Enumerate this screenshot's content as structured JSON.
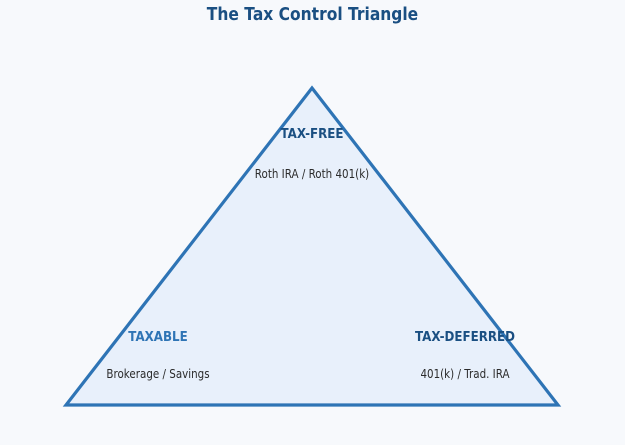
{
  "title": "The Tax Control Triangle",
  "colors": {
    "background": "#f7f9fc",
    "triangle_fill": "#e8f0fb",
    "triangle_stroke": "#2e74b5",
    "dark_blue": "#1a4f82",
    "mid_blue": "#2e74b5",
    "text": "#2b2b2b"
  },
  "corners": {
    "top": {
      "label": "TAX-FREE",
      "sub": "Roth IRA / Roth 401(k)"
    },
    "left": {
      "label": "TAXABLE",
      "sub": "Brokerage / Savings"
    },
    "right": {
      "label": "TAX-DEFERRED",
      "sub": "401(k) / Trad. IRA"
    }
  }
}
